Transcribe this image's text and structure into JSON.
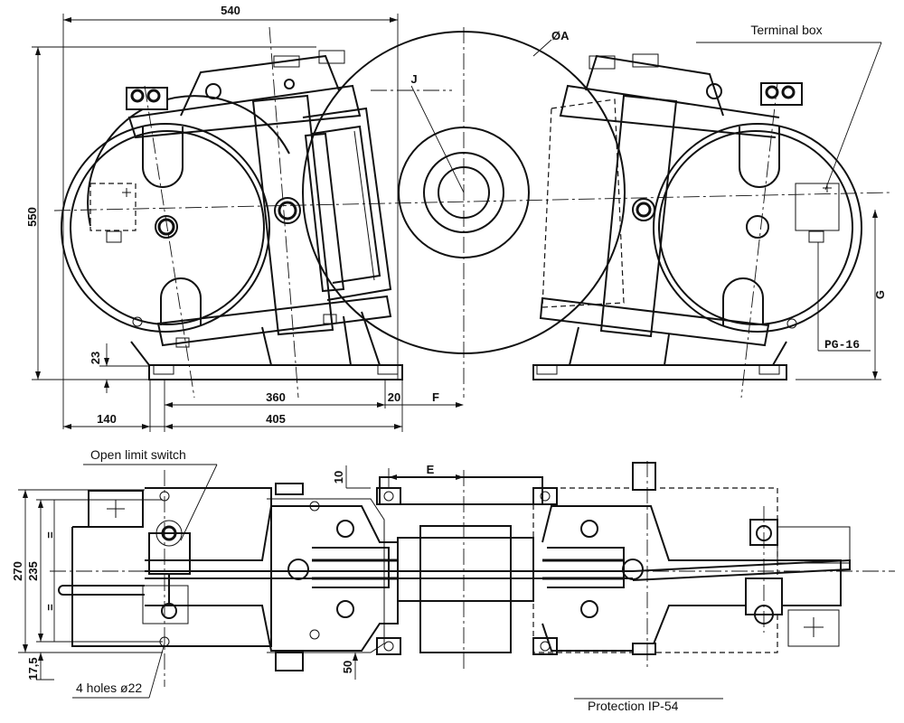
{
  "labels": {
    "terminal_box": "Terminal box",
    "open_limit_switch": "Open limit switch",
    "holes": "4 holes ø22",
    "protection": "Protection IP-54",
    "pg": "PG-16"
  },
  "dimensions": {
    "d540": "540",
    "d550": "550",
    "d360": "360",
    "d405": "405",
    "d140": "140",
    "d23": "23",
    "d20": "20",
    "F": "F",
    "J": "J",
    "A": "ØA",
    "G": "G",
    "E": "E",
    "d10": "10",
    "d270": "270",
    "d235": "235",
    "d175": "17,5",
    "d50": "50",
    "eq1": "=",
    "eq2": "="
  }
}
